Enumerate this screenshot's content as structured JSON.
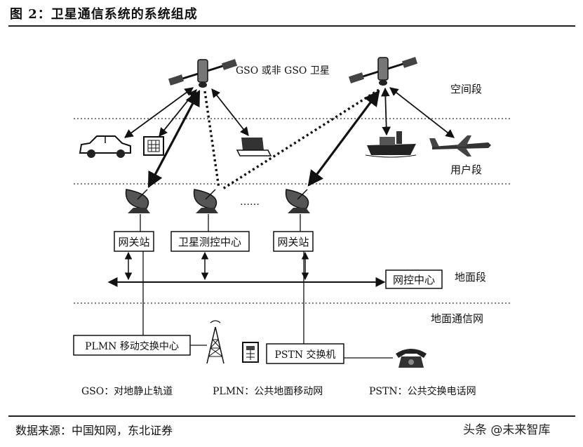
{
  "figure_title": "图 2：卫星通信系统的系统组成",
  "satellite_label": "GSO 或非 GSO 卫星",
  "segments": {
    "space": "空间段",
    "user": "用户段",
    "ground": "地面段",
    "terrestrial": "地面通信网"
  },
  "boxes": {
    "gateway_left": "网关站",
    "ttc_center": "卫星测控中心",
    "gateway_right": "网关站",
    "network_control": "网控中心",
    "plmn_switch": "PLMN 移动交换中心",
    "pstn_switch": "PSTN 交换机"
  },
  "ellipsis": "……",
  "glossary": [
    "GSO：对地静止轨道",
    "PLMN：公共地面移动网",
    "PSTN：公共交换电话网"
  ],
  "source": "数据来源：中国知网，东北证券",
  "watermark": "头条 @未来智库"
}
